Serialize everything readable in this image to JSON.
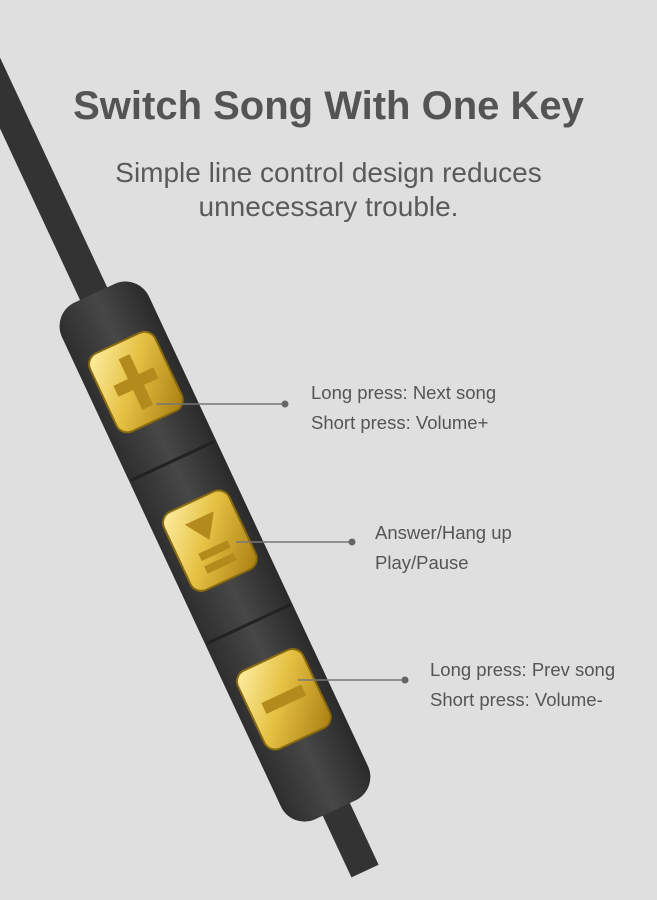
{
  "header": {
    "title": "Switch Song With One Key",
    "subtitle_line1": "Simple line control design reduces",
    "subtitle_line2": "unnecessary trouble."
  },
  "buttons": [
    {
      "icon": "plus-icon",
      "line1": "Long press: Next song",
      "line2": "Short press: Volume+"
    },
    {
      "icon": "play-pause-icon",
      "line1": "Answer/Hang up",
      "line2": "Play/Pause"
    },
    {
      "icon": "minus-icon",
      "line1": "Long press: Prev song",
      "line2": "Short press: Volume-"
    }
  ],
  "colors": {
    "background": "#dfdfdf",
    "body": "#3a3a3a",
    "gold": "#e8c64a",
    "text": "#555555"
  }
}
